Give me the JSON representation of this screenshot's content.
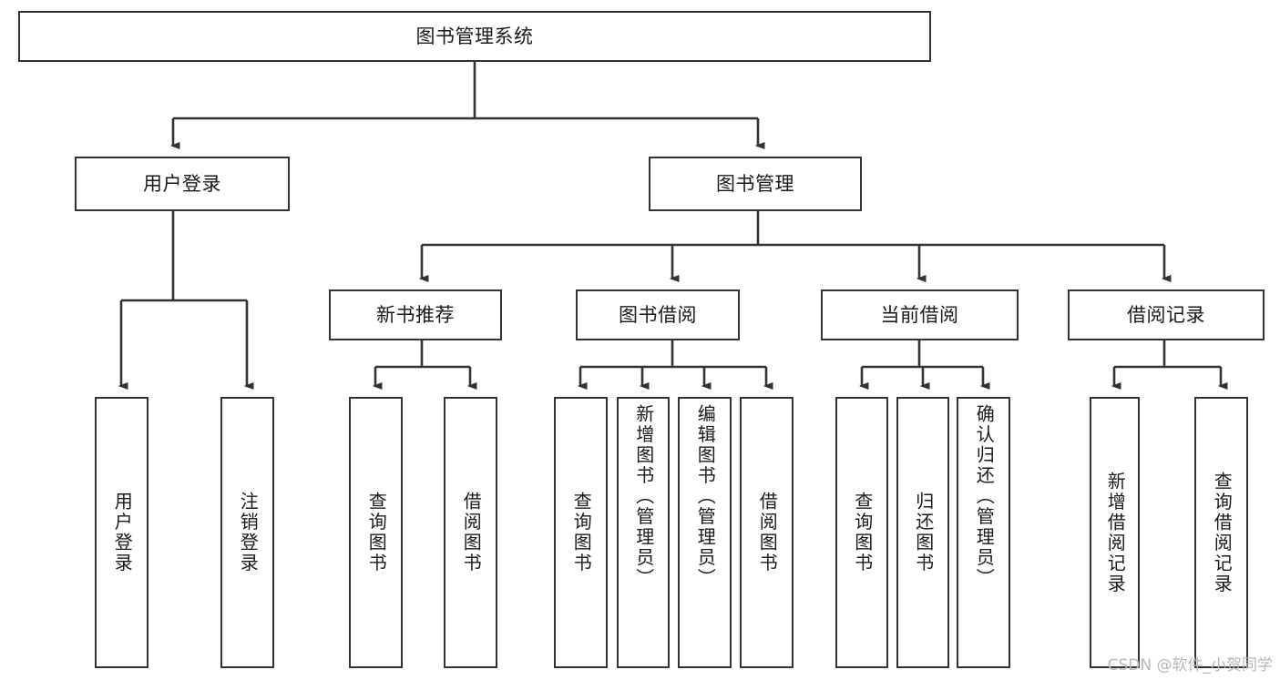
{
  "diagram": {
    "type": "tree-hierarchy",
    "title": "图书管理系统",
    "watermark": "CSDN @软件_小贺同学",
    "colors": {
      "background": "#ffffff",
      "border": "#333333",
      "text": "#1a1a1a",
      "link": "#333333",
      "watermark": "#b8b8b8"
    },
    "nodes": {
      "root": {
        "label": "图书管理系统"
      },
      "level1": [
        {
          "label": "用户登录"
        },
        {
          "label": "图书管理"
        }
      ],
      "level2": [
        {
          "label": "新书推荐"
        },
        {
          "label": "图书借阅"
        },
        {
          "label": "当前借阅"
        },
        {
          "label": "借阅记录"
        }
      ],
      "leaves": {
        "user_login": [
          {
            "label": "用户登录"
          },
          {
            "label": "注销登录"
          }
        ],
        "new_book_recommend": [
          {
            "label": "查询图书"
          },
          {
            "label": "借阅图书"
          }
        ],
        "book_borrow": [
          {
            "label": "查询图书"
          },
          {
            "label": "新增图书（管理员）"
          },
          {
            "label": "编辑图书（管理员）"
          },
          {
            "label": "借阅图书"
          }
        ],
        "current_borrow": [
          {
            "label": "查询图书"
          },
          {
            "label": "归还图书"
          },
          {
            "label": "确认归还（管理员）"
          }
        ],
        "borrow_record": [
          {
            "label": "新增借阅记录"
          },
          {
            "label": "查询借阅记录"
          }
        ]
      }
    }
  }
}
